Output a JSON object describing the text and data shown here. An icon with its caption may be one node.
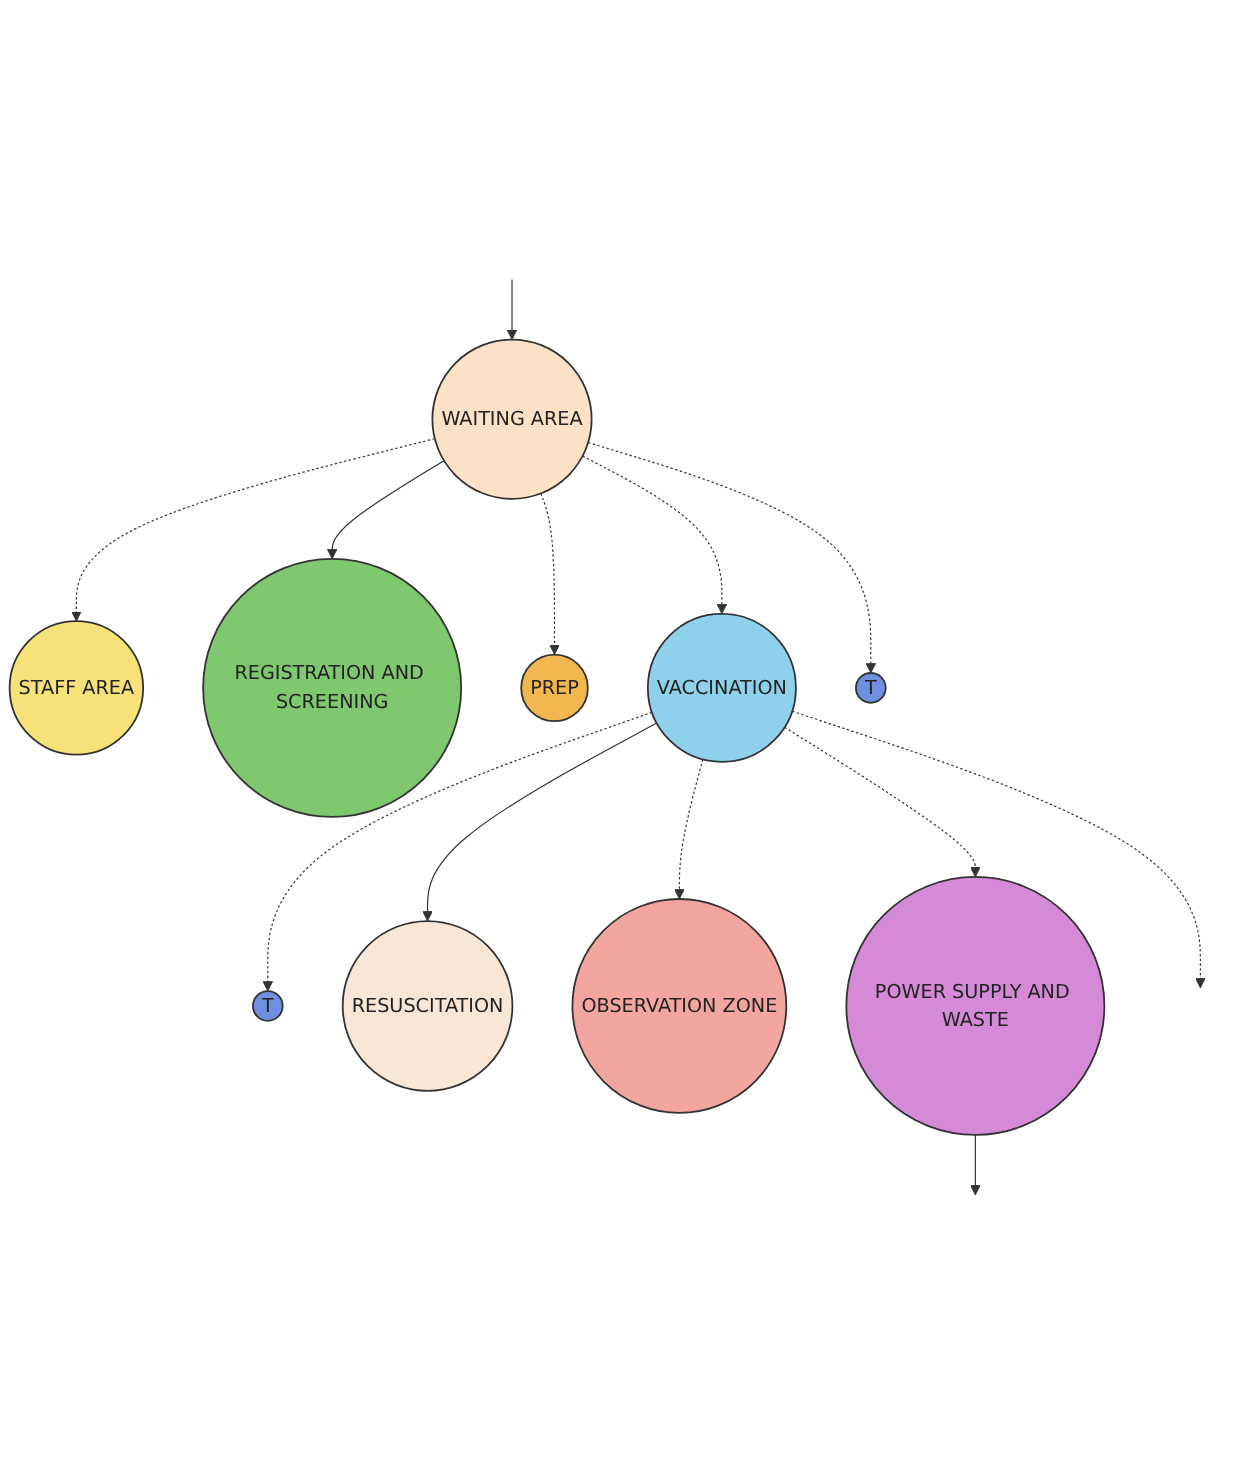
{
  "diagram": {
    "nodes": [
      {
        "text": [
          "STAFF AREA"
        ]
      },
      {
        "text": [
          "REGISTRATION AND SCREENING"
        ]
      },
      {
        "text": [
          "PREP"
        ]
      },
      {
        "text": [
          "VACCINATION"
        ]
      },
      {
        "text": [
          "T"
        ]
      },
      {
        "text": [
          "WAITING AREA"
        ]
      },
      {
        "text": [
          "T"
        ]
      },
      {
        "text": [
          "RESUSCITATION"
        ]
      },
      {
        "text": [
          "OBSERVATION ZONE"
        ]
      },
      {
        "text": [
          "POWER SUPPLY AND WASTE"
        ]
      }
    ],
    "edges": [
      {
        "from": null,
        "to": 5,
        "arrow": "to"
      },
      {
        "from": 5,
        "to": 1,
        "arrow": "to"
      },
      {
        "from": 5,
        "to": 4,
        "arrow": "to",
        "style": "dashed"
      },
      {
        "from": 5,
        "to": 2,
        "arrow": "to",
        "style": "dashed"
      },
      {
        "from": 5,
        "to": 0,
        "arrow": "to",
        "style": "dashed"
      },
      {
        "from": 5,
        "to": 3,
        "arrow": "to",
        "style": "dashed"
      },
      {
        "from": 3,
        "to": 7,
        "arrow": "to"
      },
      {
        "from": 3,
        "to": 8,
        "arrow": "to",
        "style": "dashed"
      },
      {
        "from": 3,
        "to": 9,
        "arrow": "to",
        "style": "dashed"
      },
      {
        "from": 3,
        "to": 6,
        "arrow": "to",
        "style": "dashed"
      },
      {
        "from": 3,
        "to": null,
        "arrow": "to",
        "style": "dashed"
      },
      {
        "from": 9,
        "to": null,
        "arrow": "to"
      }
    ]
  }
}
